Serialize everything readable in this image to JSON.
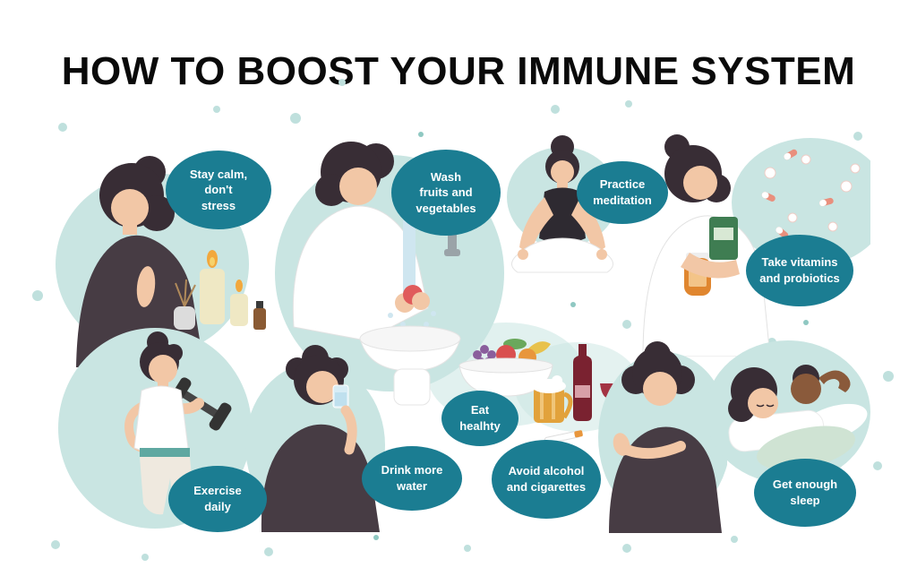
{
  "title": "HOW TO BOOST YOUR IMMUNE SYSTEM",
  "colors": {
    "bubble": "#1b7d92",
    "blob": "#c9e5e2",
    "hair": "#382d35",
    "skin": "#f2c7a6",
    "skin-dark": "#8a5a3b",
    "title-color": "#0a0a0a"
  },
  "tips": [
    {
      "id": "stay-calm",
      "text": "Stay calm,\ndon't\nstress"
    },
    {
      "id": "wash-produce",
      "text": "Wash\nfruits and\nvegetables"
    },
    {
      "id": "meditation",
      "text": "Practice\nmeditation"
    },
    {
      "id": "vitamins",
      "text": "Take vitamins\nand probiotics"
    },
    {
      "id": "exercise",
      "text": "Exercise\ndaily"
    },
    {
      "id": "water",
      "text": "Drink more\nwater"
    },
    {
      "id": "eat-healthy",
      "text": "Eat\nhealhty"
    },
    {
      "id": "avoid-alcohol",
      "text": "Avoid alcohol\nand cigarettes"
    },
    {
      "id": "sleep",
      "text": "Get enough\nsleep"
    }
  ],
  "illustrations": [
    {
      "id": "calm-woman",
      "description": "Woman with praying hands beside aroma candles and diffuser"
    },
    {
      "id": "washing-produce",
      "description": "Person washing red fruit under a faucet over a sink bowl"
    },
    {
      "id": "meditating-woman",
      "description": "Woman meditating cross-legged"
    },
    {
      "id": "vitamins-woman",
      "description": "Woman holding vitamin box and probiotics jar, scattered pills"
    },
    {
      "id": "exercising-woman",
      "description": "Woman lifting a dumbbell"
    },
    {
      "id": "drinking-person",
      "description": "Person drinking a glass of water"
    },
    {
      "id": "fruit-bowl",
      "description": "Bowl of fresh fruits and vegetables"
    },
    {
      "id": "alcohol-cigarettes",
      "description": "Wine bottle, beer mug, wine glasses and a cigarette"
    },
    {
      "id": "refusing-woman",
      "description": "Woman gesturing refusal"
    },
    {
      "id": "sleeping-couple",
      "description": "Two people sleeping on a pillow"
    }
  ]
}
